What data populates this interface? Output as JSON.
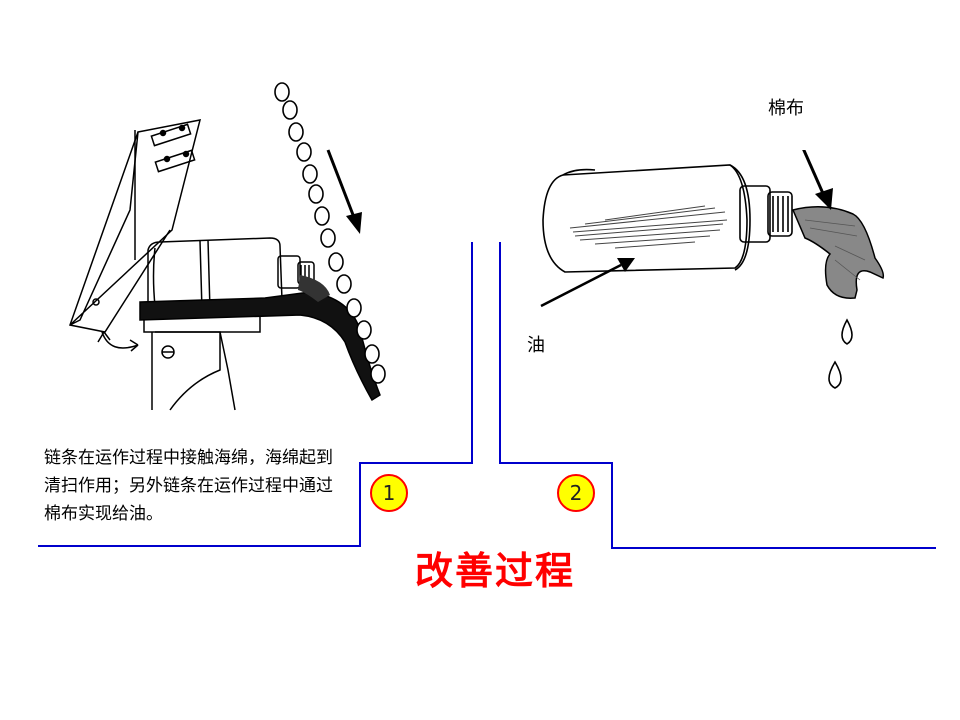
{
  "description": "链条在运作过程中接触海绵，海绵起到清扫作用；另外链条在运作过程中通过棉布实现给油。",
  "labels": {
    "cotton_cloth": "棉布",
    "oil": "油"
  },
  "badges": [
    "1",
    "2"
  ],
  "title": "改善过程",
  "colors": {
    "title": "#ff0000",
    "badge_fill": "#ffff00",
    "badge_border": "#ff0000",
    "frame_line": "#0000cc"
  },
  "icons": [
    "chain-sponge-illustration",
    "oil-bottle-cloth-illustration"
  ]
}
